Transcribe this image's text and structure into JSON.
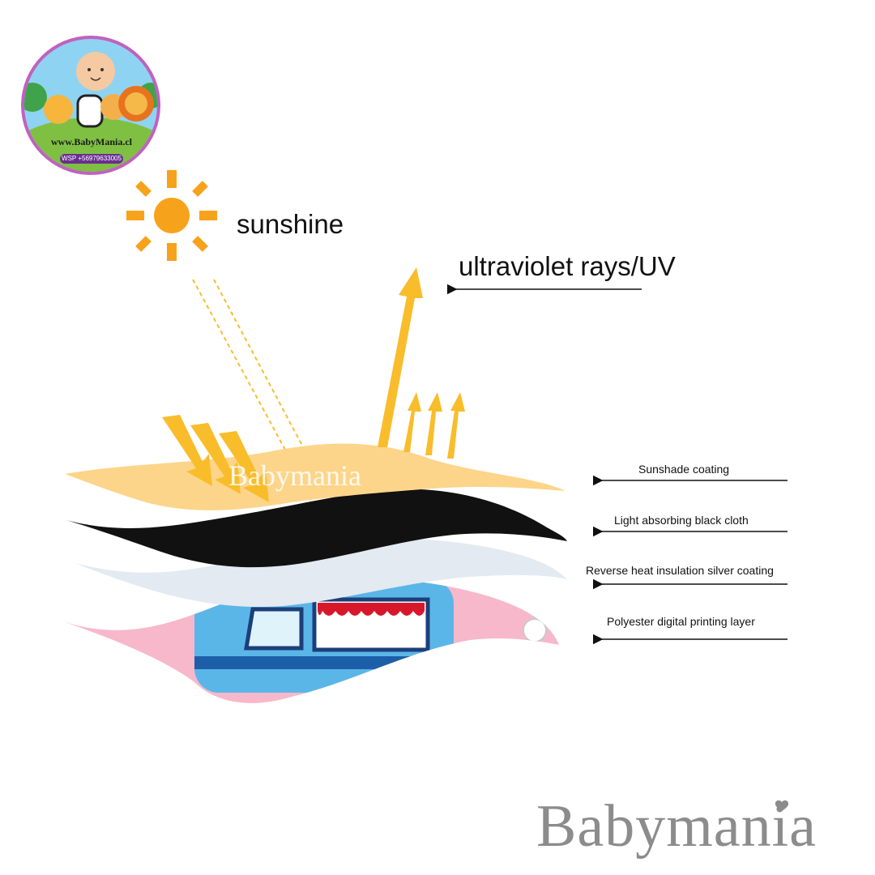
{
  "logo": {
    "url": "www.BabyMania.cl",
    "phone": "WSP +56979633005"
  },
  "headings": {
    "sunshine": "sunshine",
    "uv": "ultraviolet rays/UV"
  },
  "layers": [
    {
      "label": "Sunshade coating",
      "color": "#fcd58a"
    },
    {
      "label": "Light absorbing black cloth",
      "color": "#111111"
    },
    {
      "label": "Reverse heat insulation silver coating",
      "color": "#e4eaf2"
    },
    {
      "label": "Polyester digital printing layer",
      "color": "#f7b8cb"
    }
  ],
  "watermark": {
    "center": "Babymania",
    "bottom": "Babymania"
  },
  "colors": {
    "sun": "#f7a21b",
    "arrow": "#f9bd2b"
  }
}
